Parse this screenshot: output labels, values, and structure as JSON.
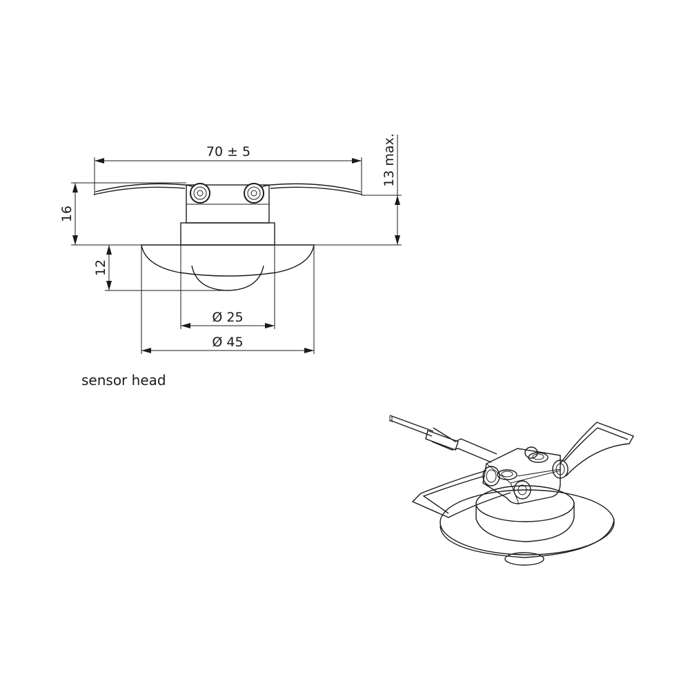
{
  "caption": "sensor head",
  "dimensions": {
    "width_total": "70 ± 5",
    "height_max": "13 max.",
    "height_left": "16",
    "dome_height": "12",
    "dome_diameter": "Ø 25",
    "flange_diameter": "Ø 45"
  }
}
